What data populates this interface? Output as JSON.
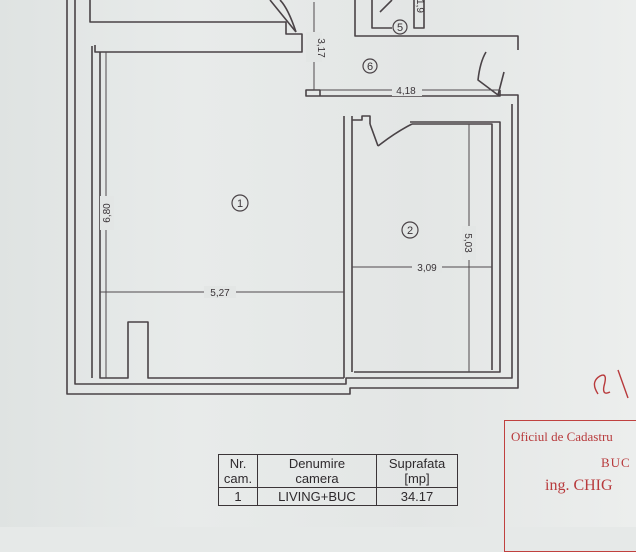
{
  "plan": {
    "dimensions": {
      "d_317": "3,17",
      "d_418": "4,18",
      "d_680": "6,80",
      "d_527": "5,27",
      "d_309": "3,09",
      "d_503": "5,03",
      "d_1x": "1,9"
    },
    "rooms": {
      "r1": "1",
      "r2": "2",
      "r5": "5",
      "r6": "6"
    }
  },
  "table": {
    "headers": {
      "nr": "Nr.\ncam.",
      "name": "Denumire\ncamera",
      "area": "Suprafata\n[mp]"
    },
    "rows": [
      {
        "nr": "1",
        "name": "LIVING+BUC",
        "area": "34.17"
      }
    ]
  },
  "stamp": {
    "title": "Oficiul de Cadastru",
    "city": "BUC",
    "engineer": "ing. CHIG",
    "color": "#b83a3c"
  }
}
